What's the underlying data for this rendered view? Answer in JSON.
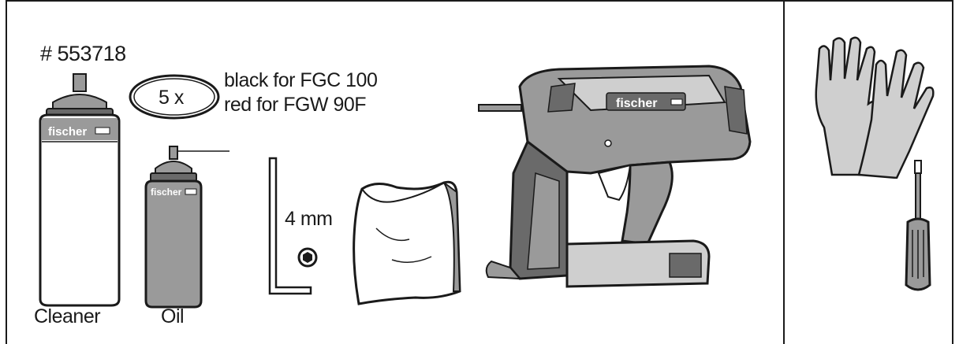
{
  "part_number": "# 553718",
  "oring": {
    "quantity": "5 x",
    "line1": "black for FGC 100",
    "line2": "red for FGW 90F"
  },
  "cleaner": {
    "label": "Cleaner",
    "brand": "fischer"
  },
  "oil": {
    "label": "Oil",
    "brand": "fischer"
  },
  "hex_key": {
    "size": "4 mm"
  },
  "nailer": {
    "brand": "fischer"
  },
  "colors": {
    "ink": "#1a1a1a",
    "can_gray": "#9a9a9a",
    "tool_gray": "#8c8c8c",
    "light_gray": "#cfcfcf"
  }
}
